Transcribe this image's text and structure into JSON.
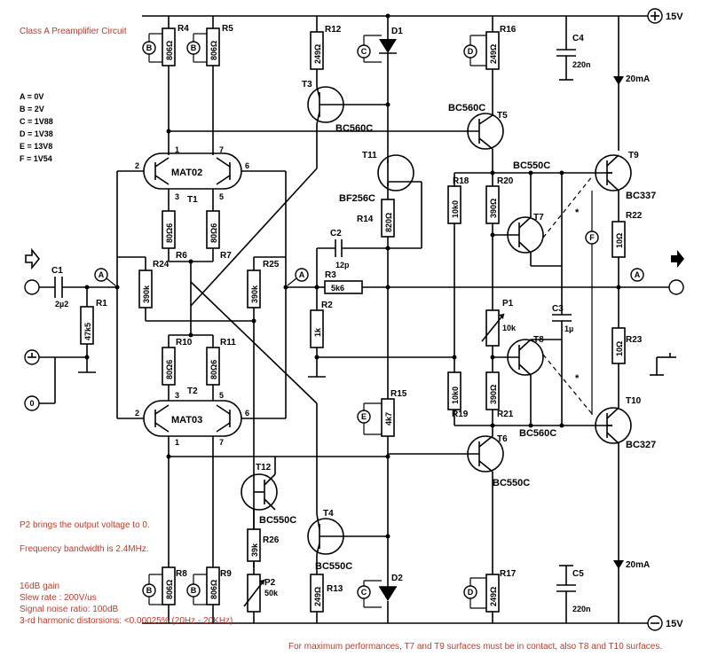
{
  "title": "Class A Preamplifier Circuit",
  "supply": {
    "pos": "15V",
    "neg": "15V",
    "current_top": "20mA",
    "current_bottom": "20mA"
  },
  "legend": [
    "A = 0V",
    "B = 2V",
    "C = 1V88",
    "D = 1V38",
    "E = 13V8",
    "F = 1V54"
  ],
  "notes": {
    "p2": "P2 brings the output voltage to 0.",
    "bandwidth": "Frequency bandwidth is 2.4MHz.",
    "gain": "16dB gain",
    "slew": "Slew rate : 200V/us",
    "snr": "Signal noise ratio: 100dB",
    "thd": "3-rd harmonic distorsions: <0.00025% (20Hz - 20KHz)",
    "footer": "For maximum performances, T7 and T9 surfaces must be in contact, also T8 and T10 surfaces."
  },
  "resistors": {
    "R1": {
      "name": "R1",
      "value": "47k5"
    },
    "R2": {
      "name": "R2",
      "value": "1k"
    },
    "R3": {
      "name": "R3",
      "value": "5k6"
    },
    "R4": {
      "name": "R4",
      "value": "806Ω"
    },
    "R5": {
      "name": "R5",
      "value": "806Ω"
    },
    "R6": {
      "name": "R6",
      "value": "80Ω6"
    },
    "R7": {
      "name": "R7",
      "value": "80Ω6"
    },
    "R8": {
      "name": "R8",
      "value": "806Ω"
    },
    "R9": {
      "name": "R9",
      "value": "806Ω"
    },
    "R10": {
      "name": "R10",
      "value": "80Ω6"
    },
    "R11": {
      "name": "R11",
      "value": "80Ω6"
    },
    "R12": {
      "name": "R12",
      "value": "249Ω"
    },
    "R13": {
      "name": "R13",
      "value": "249Ω"
    },
    "R14": {
      "name": "R14",
      "value": "820Ω"
    },
    "R15": {
      "name": "R15",
      "value": "4k7"
    },
    "R16": {
      "name": "R16",
      "value": "249Ω"
    },
    "R17": {
      "name": "R17",
      "value": "249Ω"
    },
    "R18": {
      "name": "R18",
      "value": "10k0"
    },
    "R19": {
      "name": "R19",
      "value": "10k0"
    },
    "R20": {
      "name": "R20",
      "value": "390Ω"
    },
    "R21": {
      "name": "R21",
      "value": "390Ω"
    },
    "R22": {
      "name": "R22",
      "value": "10Ω"
    },
    "R23": {
      "name": "R23",
      "value": "10Ω"
    },
    "R24": {
      "name": "R24",
      "value": "390k"
    },
    "R25": {
      "name": "R25",
      "value": "390k"
    },
    "R26": {
      "name": "R26",
      "value": "39k"
    }
  },
  "capacitors": {
    "C1": {
      "name": "C1",
      "value": "2µ2"
    },
    "C2": {
      "name": "C2",
      "value": "12p"
    },
    "C3": {
      "name": "C3",
      "value": "1µ"
    },
    "C4": {
      "name": "C4",
      "value": "220n"
    },
    "C5": {
      "name": "C5",
      "value": "220n"
    }
  },
  "pots": {
    "P1": {
      "name": "P1",
      "value": "10k"
    },
    "P2": {
      "name": "P2",
      "value": "50k"
    }
  },
  "transistors": {
    "T1": {
      "name": "T1",
      "part": "MAT02"
    },
    "T2": {
      "name": "T2",
      "part": "MAT03"
    },
    "T3": {
      "name": "T3",
      "part": "BC560C"
    },
    "T4": {
      "name": "T4",
      "part": "BC550C"
    },
    "T5": {
      "name": "T5",
      "part": "BC560C"
    },
    "T6": {
      "name": "T6",
      "part": "BC550C"
    },
    "T7": {
      "name": "T7",
      "part": "BC550C"
    },
    "T8": {
      "name": "T8",
      "part": "BC560C"
    },
    "T9": {
      "name": "T9",
      "part": "BC337"
    },
    "T10": {
      "name": "T10",
      "part": "BC327"
    },
    "T11": {
      "name": "T11",
      "part": "BF256C"
    },
    "T12": {
      "name": "T12",
      "part": "BC550C"
    }
  },
  "diodes": {
    "D1": "D1",
    "D2": "D2"
  },
  "pins": {
    "p1": "1",
    "p2": "2",
    "p3": "3",
    "p5": "5",
    "p6": "6",
    "p7": "7"
  },
  "markers": {
    "A": "A",
    "B": "B",
    "C": "C",
    "D": "D",
    "E": "E",
    "F": "F",
    "star": "*"
  }
}
